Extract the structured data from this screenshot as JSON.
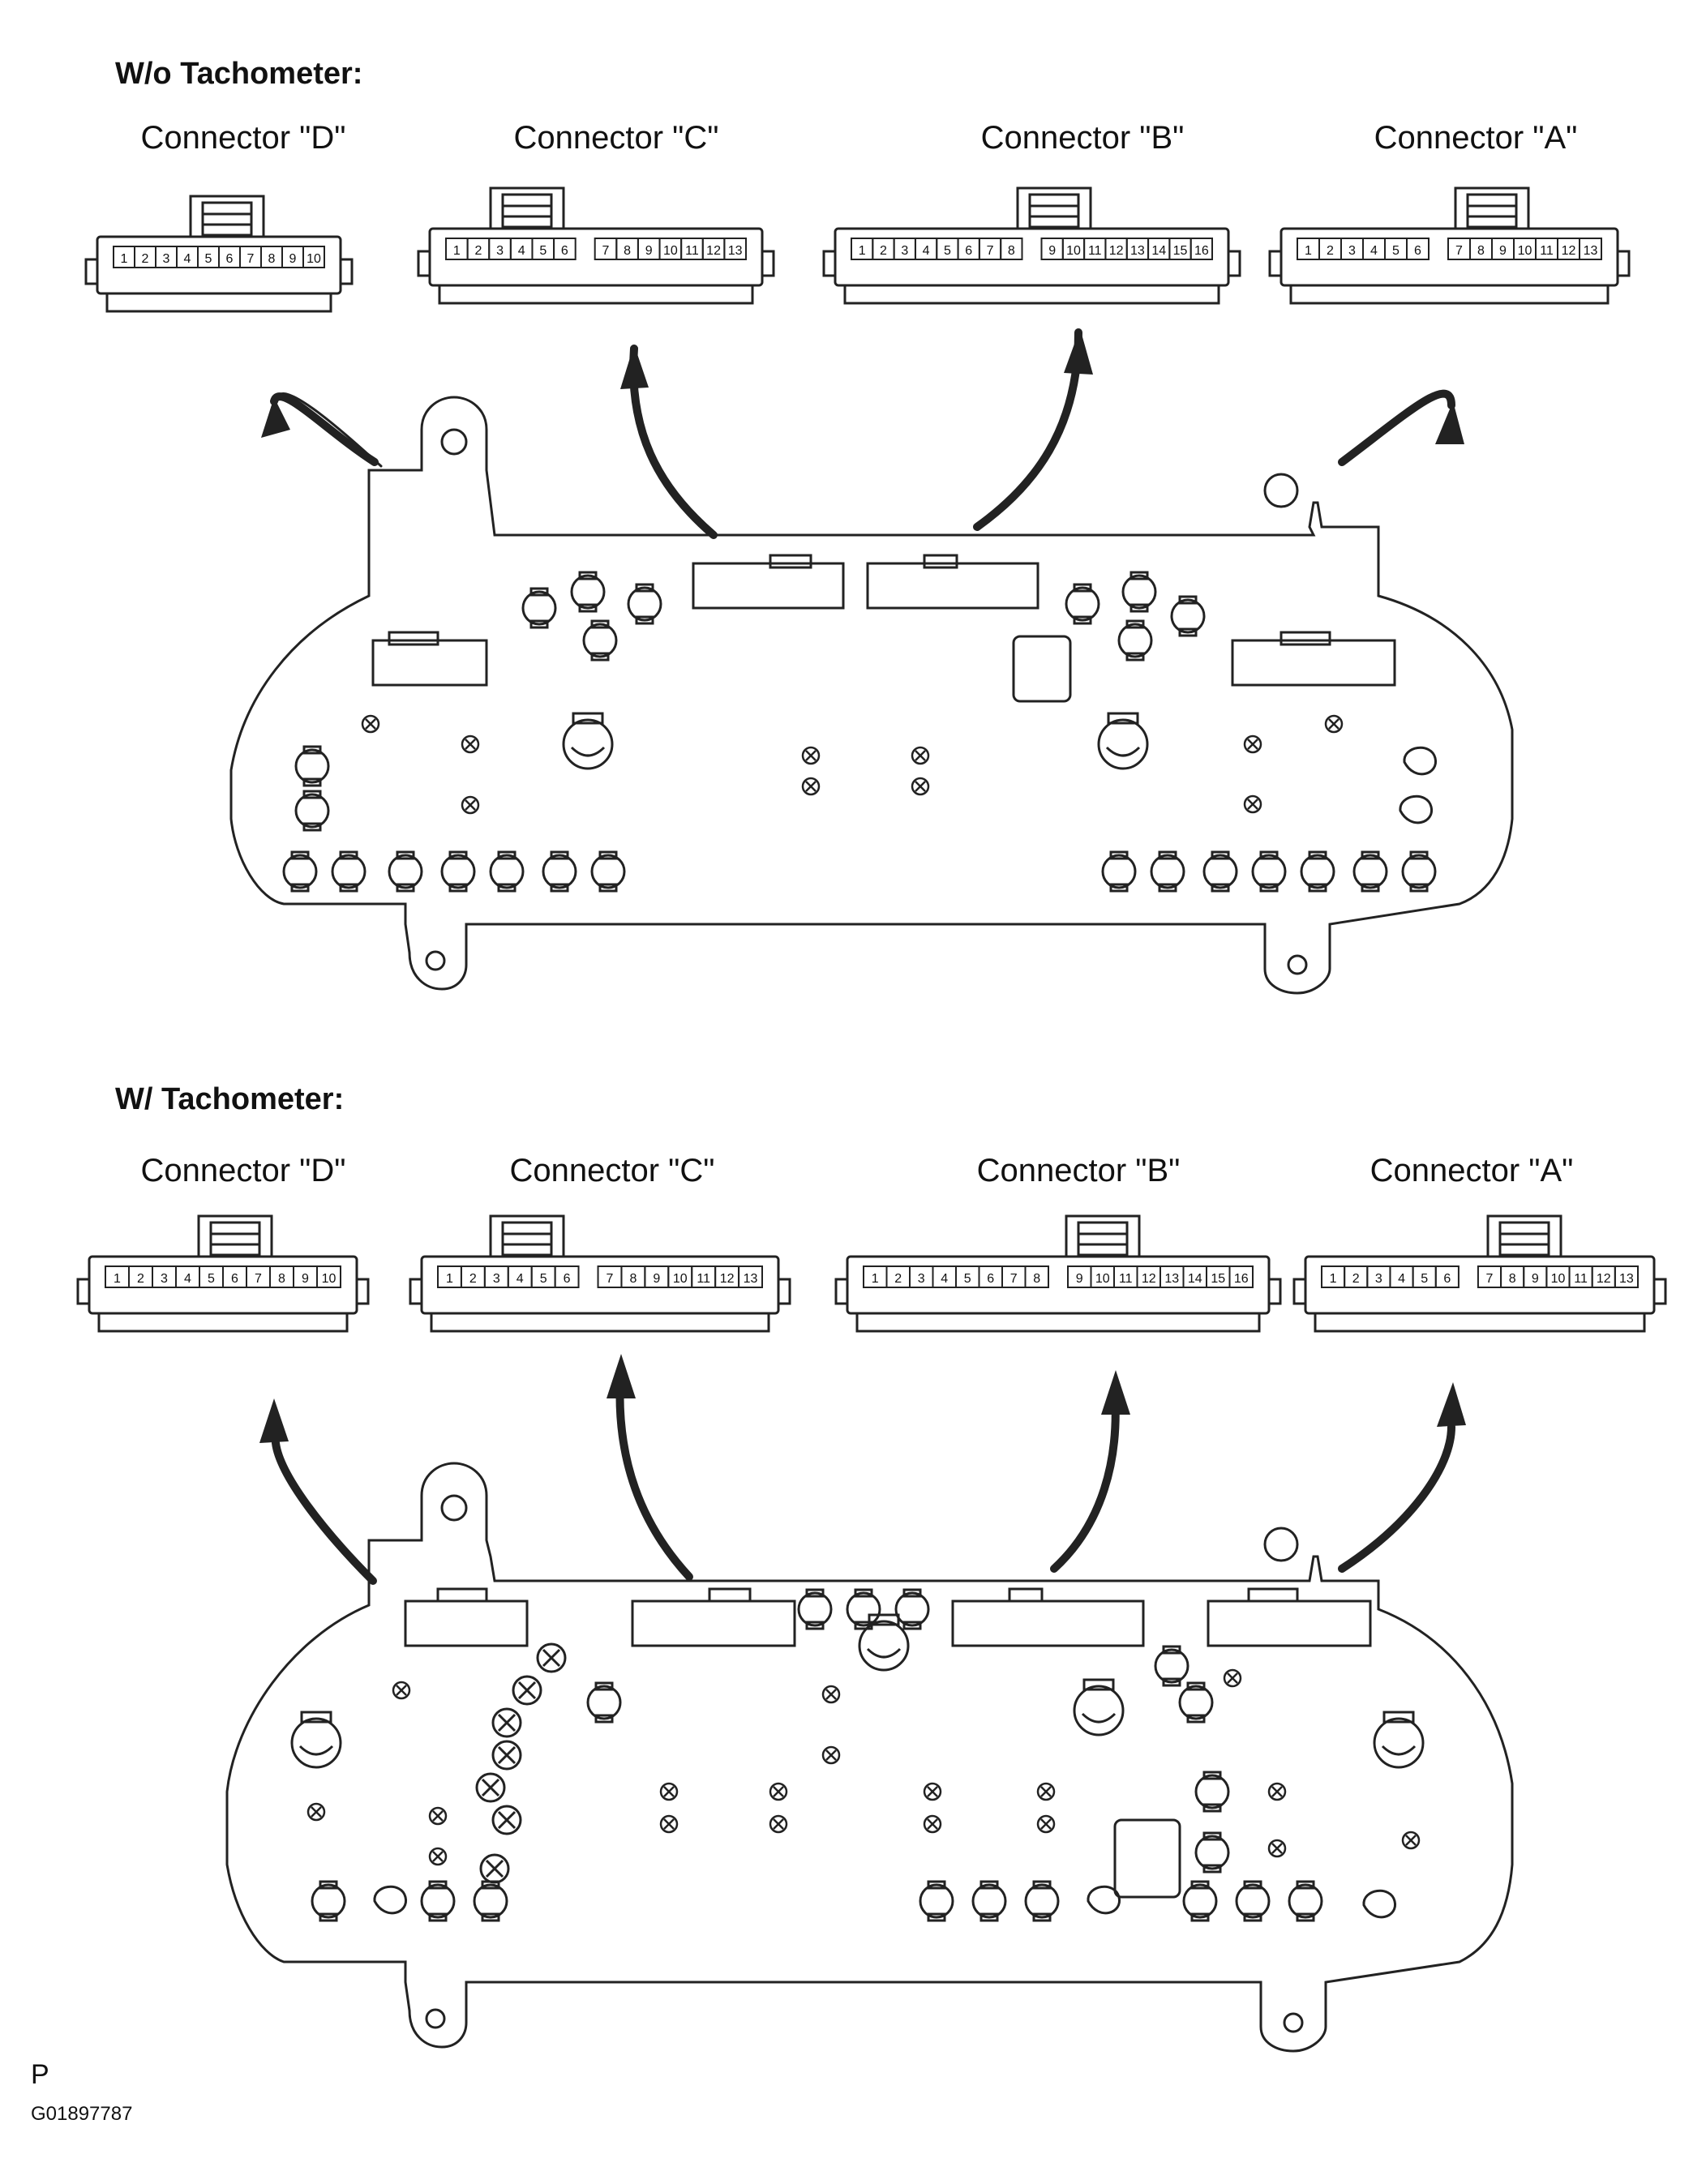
{
  "sections": [
    {
      "title": "W/o Tachometer:",
      "connectors": [
        {
          "label": "Connector \"D\"",
          "pins": [
            "1",
            "2",
            "3",
            "4",
            "5",
            "6",
            "7",
            "8",
            "9",
            "10"
          ]
        },
        {
          "label": "Connector \"C\"",
          "pins": [
            "1",
            "2",
            "3",
            "4",
            "5",
            "6",
            "7",
            "8",
            "9",
            "10",
            "11",
            "12",
            "13"
          ]
        },
        {
          "label": "Connector \"B\"",
          "pins": [
            "1",
            "2",
            "3",
            "4",
            "5",
            "6",
            "7",
            "8",
            "9",
            "10",
            "11",
            "12",
            "13",
            "14",
            "15",
            "16"
          ]
        },
        {
          "label": "Connector \"A\"",
          "pins": [
            "1",
            "2",
            "3",
            "4",
            "5",
            "6",
            "7",
            "8",
            "9",
            "10",
            "11",
            "12",
            "13"
          ]
        }
      ]
    },
    {
      "title": "W/ Tachometer:",
      "connectors": [
        {
          "label": "Connector \"D\"",
          "pins": [
            "1",
            "2",
            "3",
            "4",
            "5",
            "6",
            "7",
            "8",
            "9",
            "10"
          ]
        },
        {
          "label": "Connector \"C\"",
          "pins": [
            "1",
            "2",
            "3",
            "4",
            "5",
            "6",
            "7",
            "8",
            "9",
            "10",
            "11",
            "12",
            "13"
          ]
        },
        {
          "label": "Connector \"B\"",
          "pins": [
            "1",
            "2",
            "3",
            "4",
            "5",
            "6",
            "7",
            "8",
            "9",
            "10",
            "11",
            "12",
            "13",
            "14",
            "15",
            "16"
          ]
        },
        {
          "label": "Connector \"A\"",
          "pins": [
            "1",
            "2",
            "3",
            "4",
            "5",
            "6",
            "7",
            "8",
            "9",
            "10",
            "11",
            "12",
            "13"
          ]
        }
      ]
    }
  ],
  "footer": {
    "marker": "P",
    "code": "G01897787"
  }
}
